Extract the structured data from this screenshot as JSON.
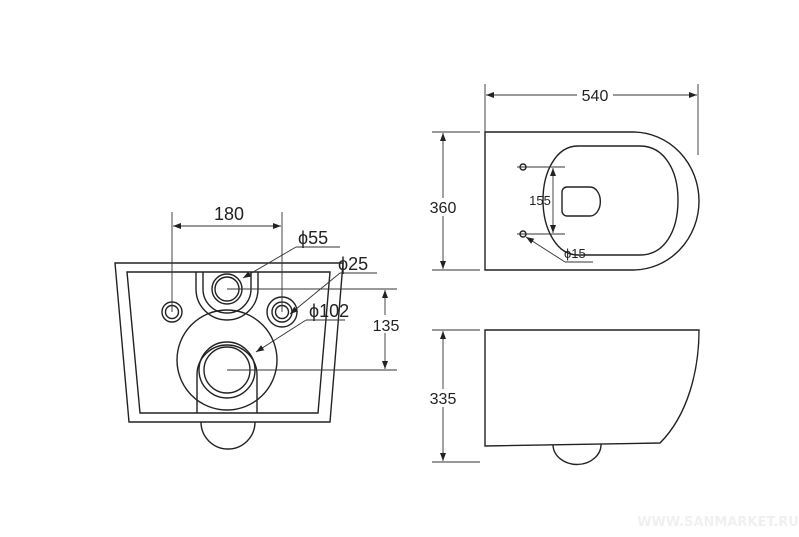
{
  "front_view": {
    "dimensions": {
      "width_between_studs": "180",
      "pipe_diameter_inlet": "ϕ55",
      "stud_diameter": "ϕ25",
      "outlet_diameter": "ϕ102",
      "inlet_outlet_distance": "135"
    }
  },
  "top_view": {
    "dimensions": {
      "length": "540",
      "width": "360",
      "seat_hole_spacing": "155",
      "seat_hole_diameter": "ϕ15"
    }
  },
  "side_view": {
    "dimensions": {
      "height": "335"
    }
  },
  "watermark": "WWW.SANMARKET.RU"
}
